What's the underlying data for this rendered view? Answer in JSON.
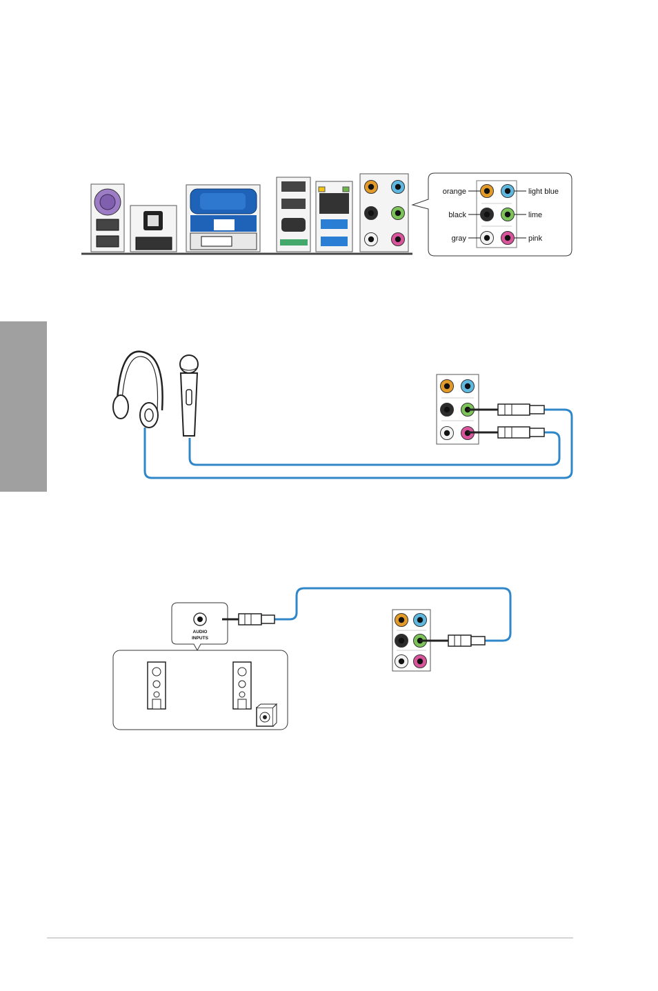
{
  "jack_colors": {
    "orange": "#e29a29",
    "light_blue": "#5fb8df",
    "black": "#2c2c2c",
    "lime": "#7cc35a",
    "gray": "#f2f2f2",
    "pink": "#d9559b"
  },
  "callout": {
    "orange": "orange",
    "light_blue": "light blue",
    "black": "black",
    "lime": "lime",
    "gray": "gray",
    "pink": "pink"
  },
  "speaker_panel": {
    "jack_label_line1": "AUDIO",
    "jack_label_line2": "INPUTS"
  },
  "accent_colors": {
    "cable": "#2f86c9",
    "sidetab": "#a0a0a0",
    "port_blue": "#2a7fd4",
    "esata_green": "#44a86a"
  }
}
